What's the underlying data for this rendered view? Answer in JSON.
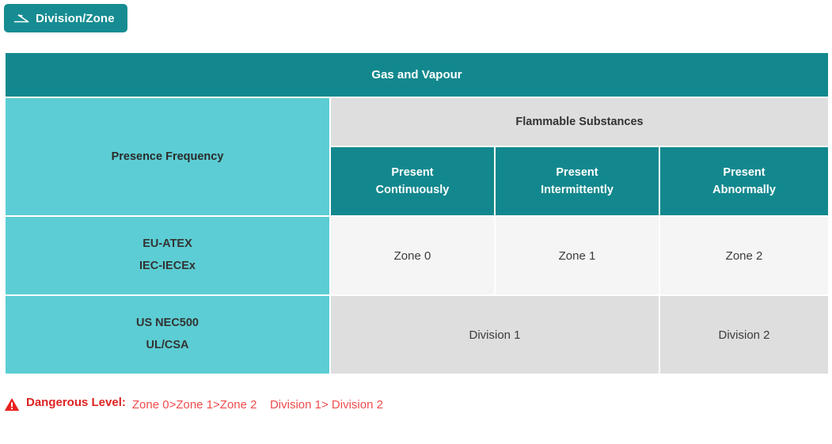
{
  "toolbar": {
    "button_label": "Division/Zone",
    "button_icon": "angle-icon",
    "button_color": "#168c92"
  },
  "table": {
    "title": "Gas and Vapour",
    "side_header": "Presence Frequency",
    "group_header": "Flammable Substances",
    "sub_headers": [
      {
        "line1": "Present",
        "line2": "Continuously"
      },
      {
        "line1": "Present",
        "line2": "Intermittently"
      },
      {
        "line1": "Present",
        "line2": "Abnormally"
      }
    ],
    "rows": [
      {
        "label_line1": "EU-ATEX",
        "label_line2": "IEC-IECEx",
        "cells": [
          "Zone 0",
          "Zone 1",
          "Zone 2"
        ]
      },
      {
        "label_line1": "US NEC500",
        "label_line2": "UL/CSA",
        "cells": [
          "Division 1",
          "Division 2"
        ]
      }
    ]
  },
  "note": {
    "icon": "warning-triangle-icon",
    "label": "Dangerous Level:",
    "line1": "Zone 0>Zone 1>Zone 2",
    "line2": "Division 1> Division 2",
    "label_color": "#dd2222",
    "text_color": "#f04b4b"
  },
  "colors": {
    "teal_dark": "#12888e",
    "teal_light": "#5ccdd4",
    "gray_light": "#f5f5f5",
    "gray_mid": "#dedede"
  }
}
